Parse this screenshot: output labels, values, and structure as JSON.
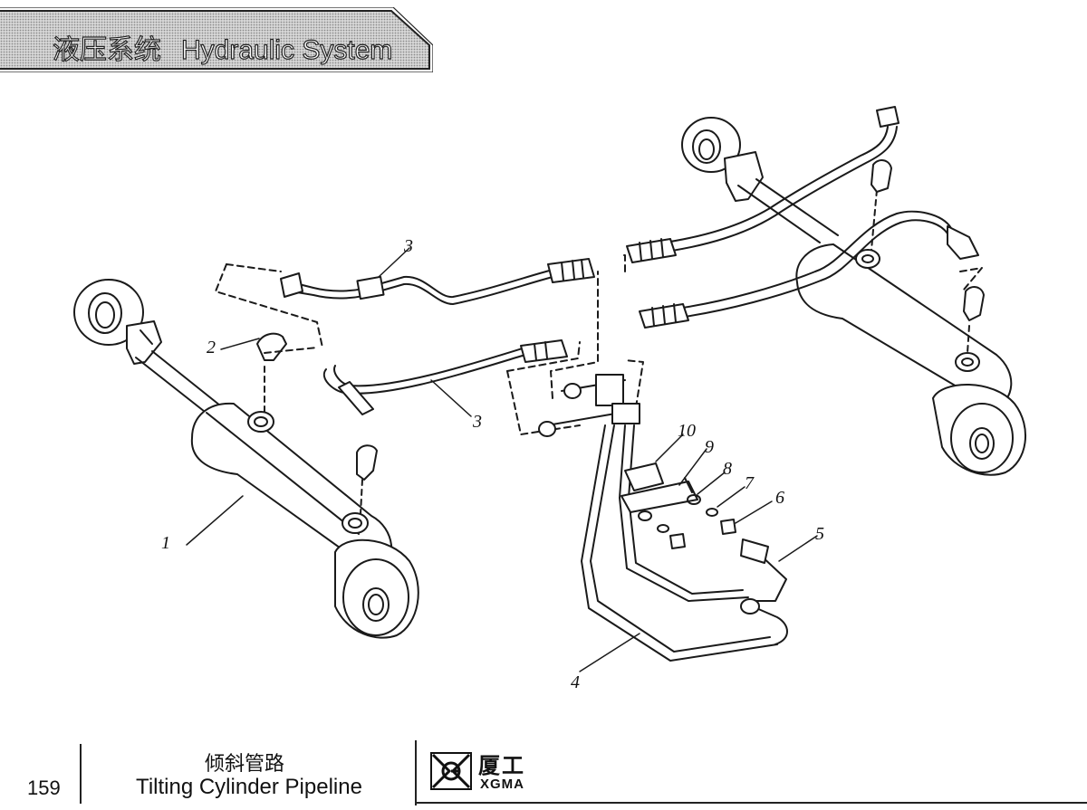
{
  "header": {
    "title_cn": "液压系统",
    "title_en": "Hydraulic System"
  },
  "footer": {
    "page_number": "159",
    "title_cn": "倾斜管路",
    "title_en": "Tilting Cylinder Pipeline"
  },
  "logo": {
    "cn": "厦工",
    "en": "XGMA"
  },
  "callouts": [
    {
      "id": "callout-1",
      "label": "1"
    },
    {
      "id": "callout-2",
      "label": "2"
    },
    {
      "id": "callout-3a",
      "label": "3"
    },
    {
      "id": "callout-3b",
      "label": "3"
    },
    {
      "id": "callout-4",
      "label": "4"
    },
    {
      "id": "callout-5",
      "label": "5"
    },
    {
      "id": "callout-6",
      "label": "6"
    },
    {
      "id": "callout-7",
      "label": "7"
    },
    {
      "id": "callout-8",
      "label": "8"
    },
    {
      "id": "callout-9",
      "label": "9"
    },
    {
      "id": "callout-10",
      "label": "10"
    }
  ]
}
